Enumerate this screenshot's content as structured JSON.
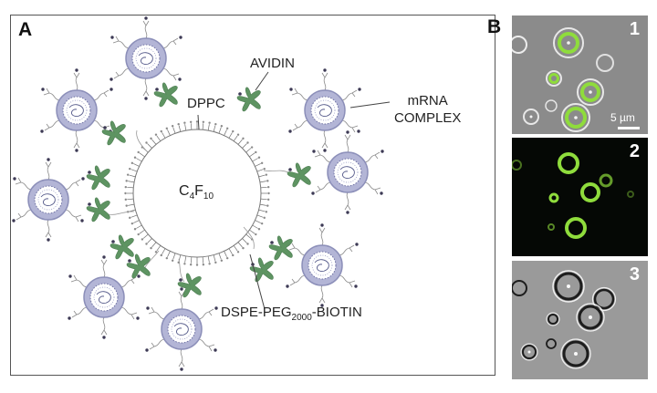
{
  "panel_a": {
    "letter": "A",
    "labels": {
      "dppc": "DPPC",
      "avidin": "AVIDIN",
      "mrna_line1": "mRNA",
      "mrna_line2": "COMPLEX",
      "gas_c": "C",
      "gas_sub1": "4",
      "gas_f": "F",
      "gas_sub2": "10",
      "dspe_a": "DSPE-PEG",
      "dspe_sub": "2000",
      "dspe_b": "-BIOTIN"
    }
  },
  "panel_b": {
    "letter": "B",
    "images": [
      {
        "number": "1",
        "scale": "5 µm"
      },
      {
        "number": "2"
      },
      {
        "number": "3"
      }
    ]
  },
  "colors": {
    "avidin": "#5e9462",
    "complex_shell": "#b3b5d6",
    "complex_outline": "#8c8fb9",
    "biotin_dot": "#3d3a55",
    "fluorescence": "#8fdc3c"
  }
}
